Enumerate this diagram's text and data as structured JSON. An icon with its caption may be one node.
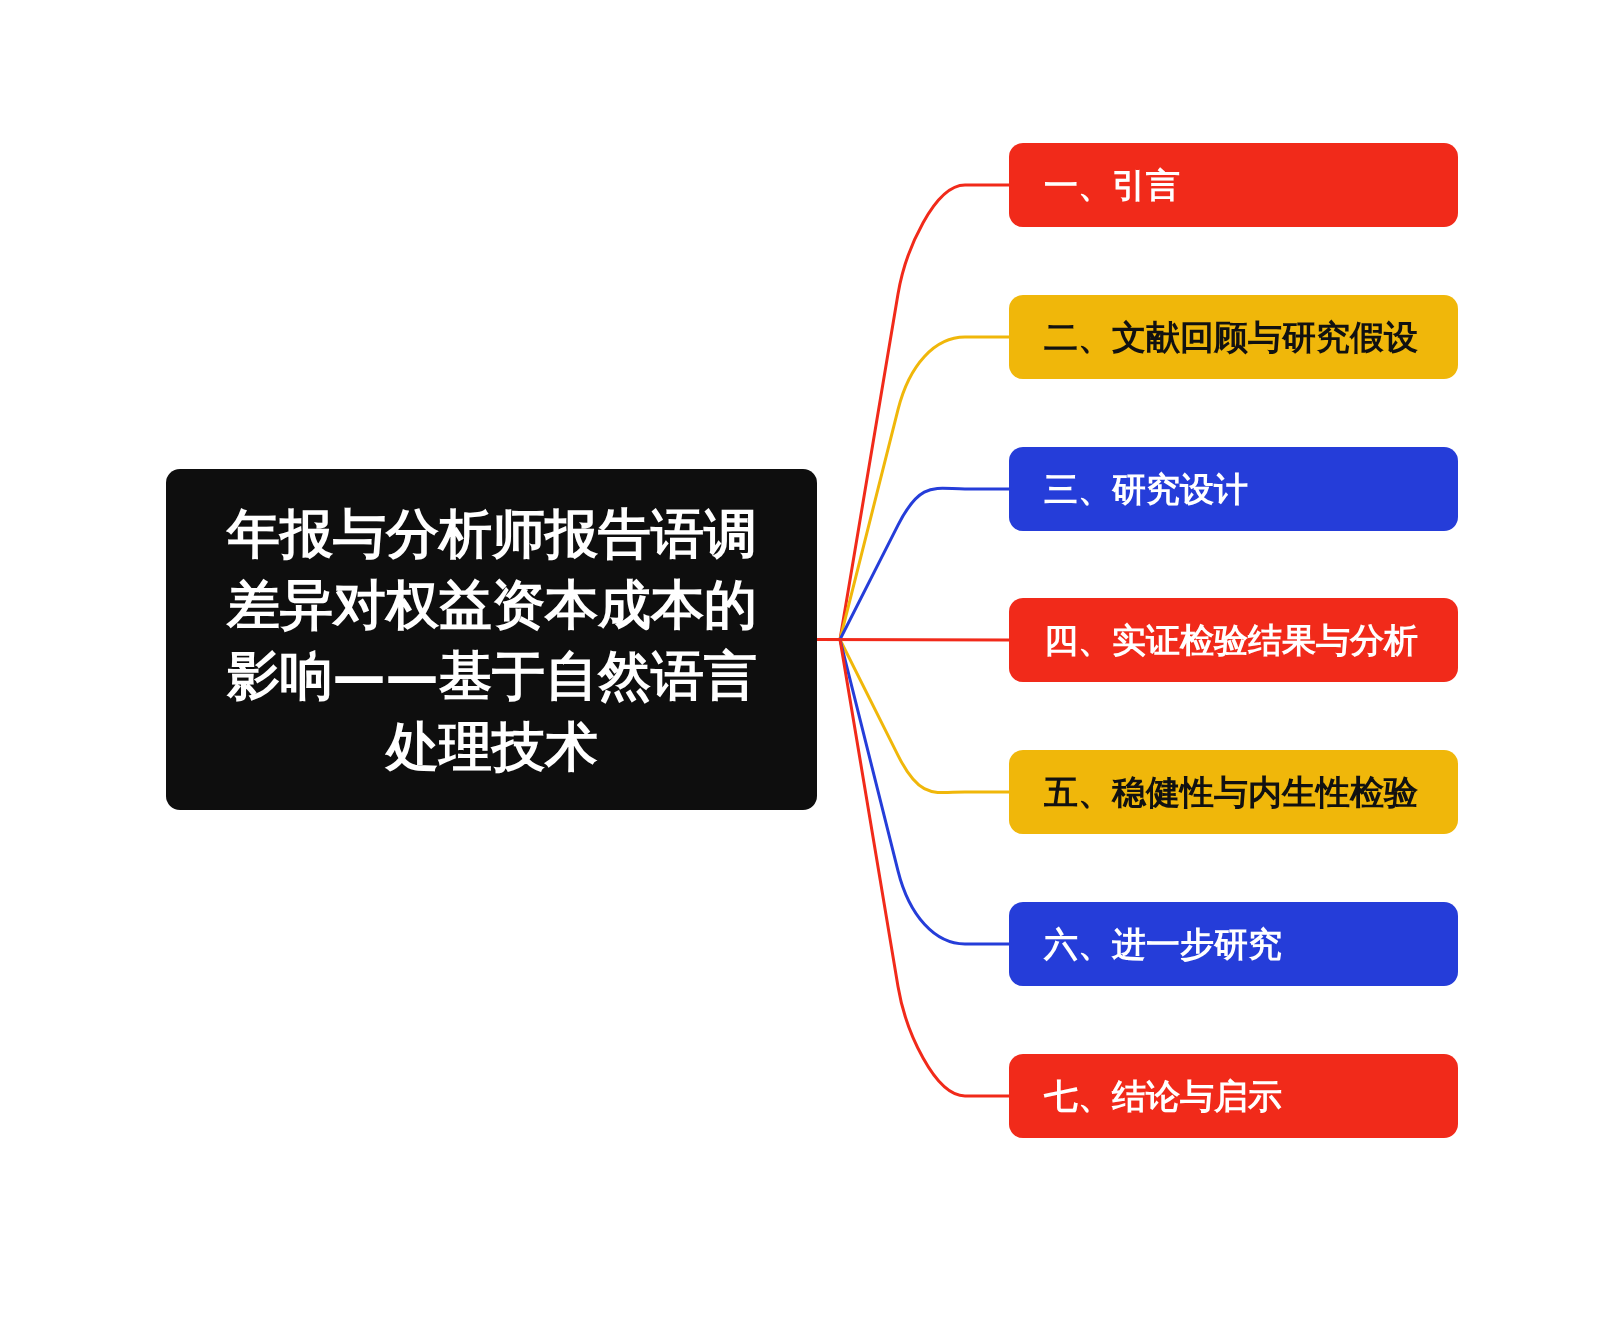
{
  "diagram": {
    "nodes": [
      {
        "text": [
          "年报与分析师报告语调差异对权益资本成本的影响——基于自然语言处理技术"
        ]
      },
      {
        "text": [
          "一、引言"
        ]
      },
      {
        "text": [
          "二、文献回顾与研究假设"
        ]
      },
      {
        "text": [
          "三、研究设计"
        ]
      },
      {
        "text": [
          "四、实证检验结果与分析"
        ]
      },
      {
        "text": [
          "五、稳健性与内生性检验"
        ]
      },
      {
        "text": [
          "六、进一步研究"
        ]
      },
      {
        "text": [
          "七、结论与启示"
        ]
      }
    ],
    "edges": [
      {
        "from": 0,
        "to": 1,
        "arrow": "none"
      },
      {
        "from": 0,
        "to": 2,
        "arrow": "none",
        "color": "#f0b70a"
      },
      {
        "from": 0,
        "to": 3,
        "arrow": "none",
        "color": "#253dd9"
      },
      {
        "from": 0,
        "to": 4,
        "arrow": "none"
      },
      {
        "from": 0,
        "to": 5,
        "arrow": "none",
        "color": "#f0b70a"
      },
      {
        "from": 0,
        "to": 6,
        "arrow": "none",
        "color": "#253dd9"
      },
      {
        "from": 0,
        "to": 7,
        "arrow": "none"
      }
    ]
  }
}
